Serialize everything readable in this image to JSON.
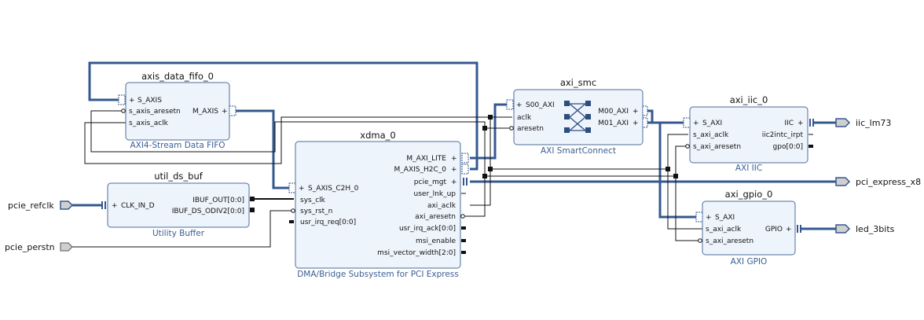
{
  "blocks": {
    "fifo": {
      "title": "axis_data_fifo_0",
      "subtitle": "AXI4-Stream Data FIFO",
      "pins": {
        "s_axis": "S_AXIS",
        "s_axis_aresetn": "s_axis_aresetn",
        "s_axis_aclk": "s_axis_aclk",
        "m_axis": "M_AXIS"
      }
    },
    "buf": {
      "title": "util_ds_buf",
      "subtitle": "Utility Buffer",
      "pins": {
        "clk_in_d": "CLK_IN_D",
        "ibuf_out": "IBUF_OUT[0:0]",
        "ibuf_ds_odiv2": "IBUF_DS_ODIV2[0:0]"
      }
    },
    "xdma": {
      "title": "xdma_0",
      "subtitle": "DMA/Bridge Subsystem for PCI Express",
      "pins": {
        "s_axis_c2h_0": "S_AXIS_C2H_0",
        "sys_clk": "sys_clk",
        "sys_rst_n": "sys_rst_n",
        "usr_irq_req": "usr_irq_req[0:0]",
        "m_axi_lite": "M_AXI_LITE",
        "m_axis_h2c_0": "M_AXIS_H2C_0",
        "pcie_mgt": "pcie_mgt",
        "user_lnk_up": "user_lnk_up",
        "axi_aclk": "axi_aclk",
        "axi_aresetn": "axi_aresetn",
        "usr_irq_ack": "usr_irq_ack[0:0]",
        "msi_enable": "msi_enable",
        "msi_vector_width": "msi_vector_width[2:0]"
      }
    },
    "smc": {
      "title": "axi_smc",
      "subtitle": "AXI SmartConnect",
      "pins": {
        "s00_axi": "S00_AXI",
        "aclk": "aclk",
        "aresetn": "aresetn",
        "m00_axi": "M00_AXI",
        "m01_axi": "M01_AXI"
      }
    },
    "iic": {
      "title": "axi_iic_0",
      "subtitle": "AXI IIC",
      "pins": {
        "s_axi": "S_AXI",
        "s_axi_aclk": "s_axi_aclk",
        "s_axi_aresetn": "s_axi_aresetn",
        "iic": "IIC",
        "iic2intc_irpt": "iic2intc_irpt",
        "gpo": "gpo[0:0]"
      }
    },
    "gpio": {
      "title": "axi_gpio_0",
      "subtitle": "AXI GPIO",
      "pins": {
        "s_axi": "S_AXI",
        "s_axi_aclk": "s_axi_aclk",
        "s_axi_aresetn": "s_axi_aresetn",
        "gpio": "GPIO"
      }
    }
  },
  "ports": {
    "pcie_refclk": "pcie_refclk",
    "pcie_perstn": "pcie_perstn",
    "iic_lm73": "iic_lm73",
    "pci_express_x8": "pci_express_x8",
    "led_3bits": "led_3bits"
  },
  "colors": {
    "block_fill": "#eef4fc",
    "block_border": "#4d6d9a",
    "bus": "#35588f",
    "subtitle": "#3b5e93"
  }
}
